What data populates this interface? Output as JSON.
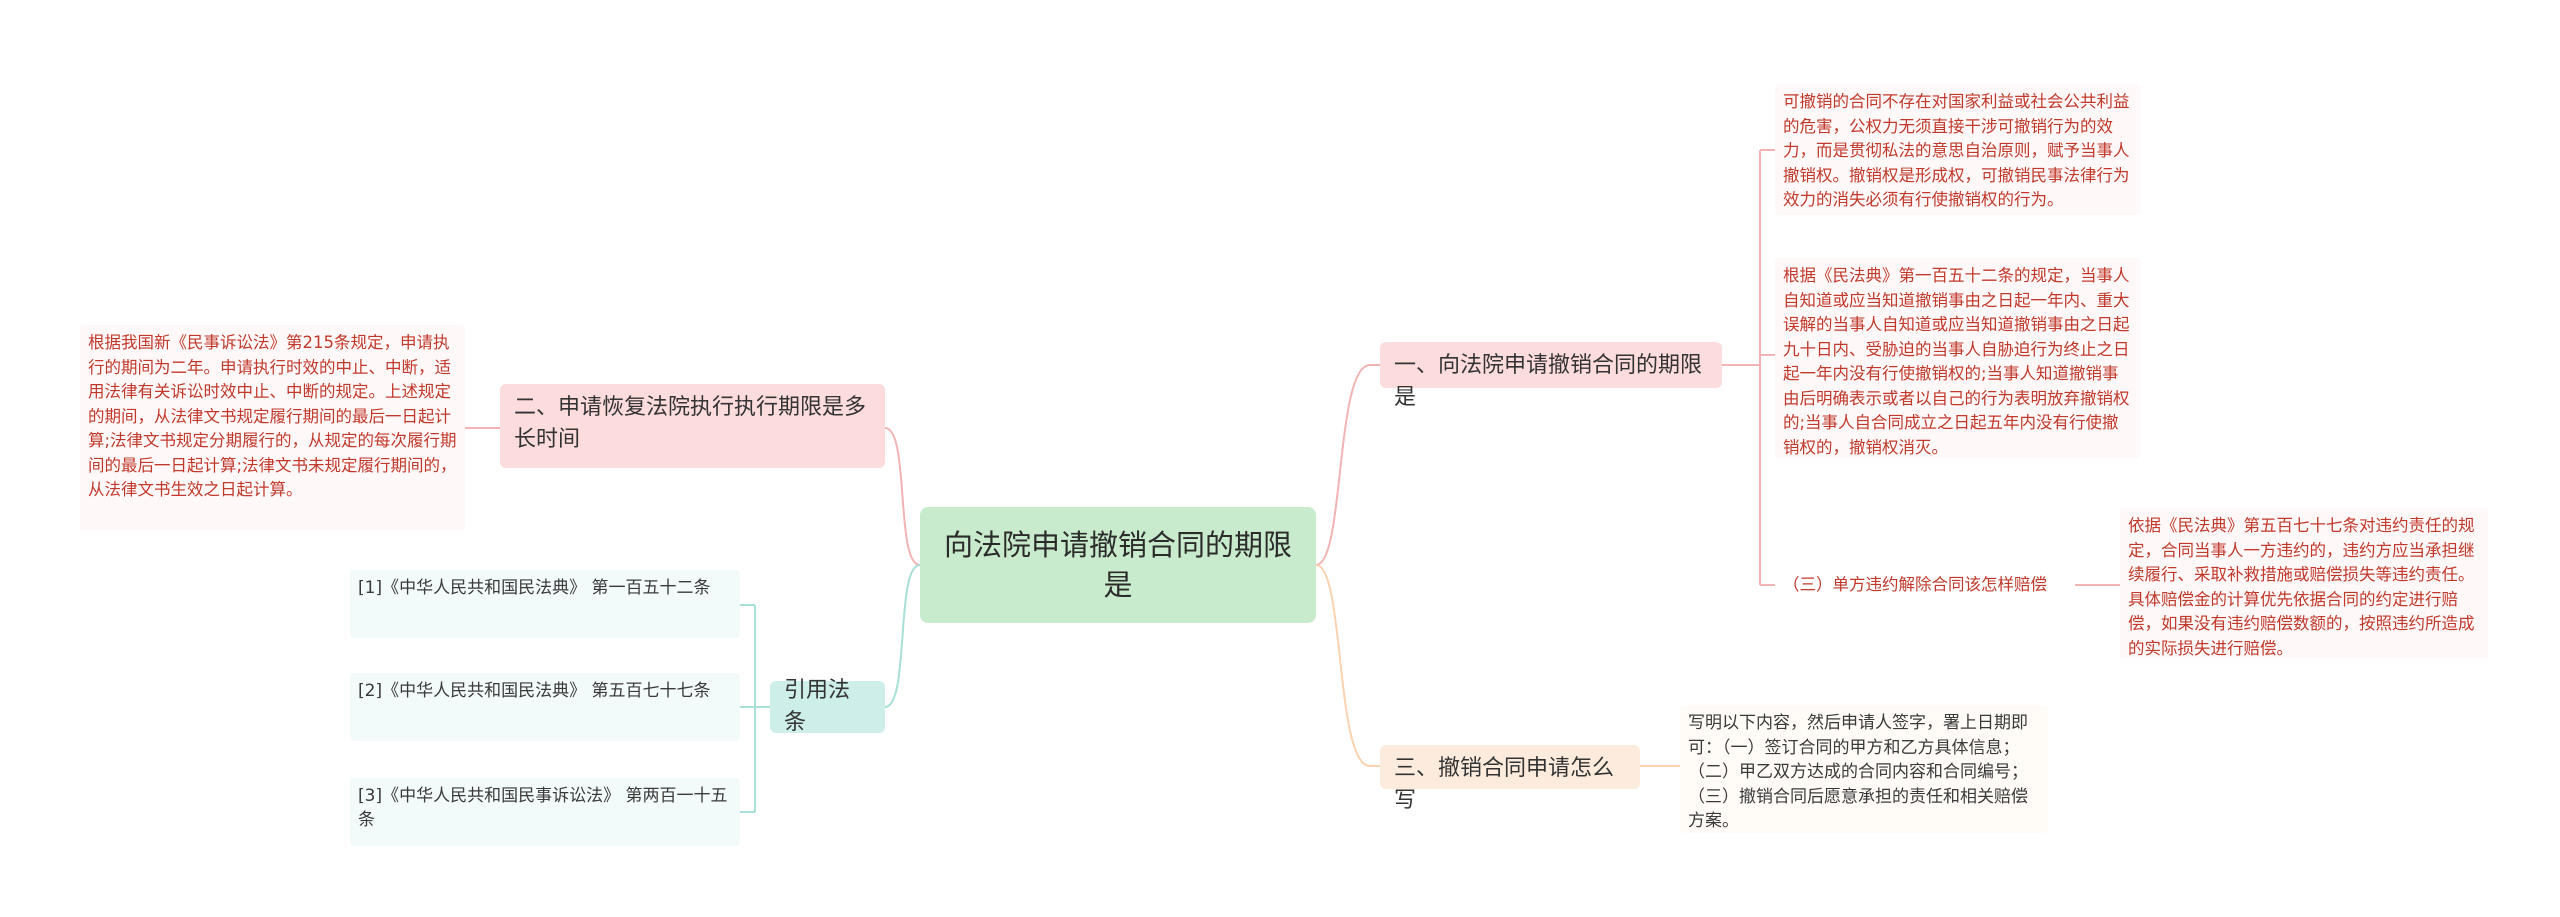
{
  "root": {
    "title": "向法院申请撤销合同的期限是"
  },
  "left": {
    "branch_recovery": {
      "label": "二、申请恢复法院执行执行期限是多长时间",
      "leaf": "根据我国新《民事诉讼法》第215条规定，申请执行的期间为二年。申请执行时效的中止、中断，适用法律有关诉讼时效中止、中断的规定。上述规定的期间，从法律文书规定履行期间的最后一日起计算;法律文书规定分期履行的，从规定的每次履行期间的最后一日起计算;法律文书未规定履行期间的，从法律文书生效之日起计算。"
    },
    "branch_refs": {
      "label": "引用法条",
      "items": [
        "[1]《中华人民共和国民法典》 第一百五十二条",
        "[2]《中华人民共和国民法典》 第五百七十七条",
        "[3]《中华人民共和国民事诉讼法》 第两百一十五条"
      ]
    }
  },
  "right": {
    "branch_period": {
      "label": "一、向法院申请撤销合同的期限是",
      "leaf1": "可撤销的合同不存在对国家利益或社会公共利益的危害，公权力无须直接干涉可撤销行为的效力，而是贯彻私法的意思自治原则，赋予当事人撤销权。撤销权是形成权，可撤销民事法律行为效力的消失必须有行使撤销权的行为。",
      "leaf2": "根据《民法典》第一百五十二条的规定，当事人自知道或应当知道撤销事由之日起一年内、重大误解的当事人自知道或应当知道撤销事由之日起九十日内、受胁迫的当事人自胁迫行为终止之日起一年内没有行使撤销权的;当事人知道撤销事由后明确表示或者以自己的行为表明放弃撤销权的;当事人自合同成立之日起五年内没有行使撤销权的，撤销权消灭。",
      "sub_label": "（三）单方违约解除合同该怎样赔偿",
      "sub_leaf": "依据《民法典》第五百七十七条对违约责任的规定，合同当事人一方违约的，违约方应当承担继续履行、采取补救措施或赔偿损失等违约责任。具体赔偿金的计算优先依据合同的约定进行赔偿，如果没有违约赔偿数额的，按照违约所造成的实际损失进行赔偿。"
    },
    "branch_write": {
      "label": "三、撤销合同申请怎么写",
      "leaf": "写明以下内容，然后申请人签字，署上日期即可：（一）签订合同的甲方和乙方具体信息；（二）甲乙双方达成的合同内容和合同编号；（三）撤销合同后愿意承担的责任和相关赔偿方案。"
    }
  },
  "colors": {
    "pink_line": "#f3b3b3",
    "green_line": "#a7e0d6",
    "peach_line": "#f9d2b0",
    "red_text": "#c0392b"
  }
}
